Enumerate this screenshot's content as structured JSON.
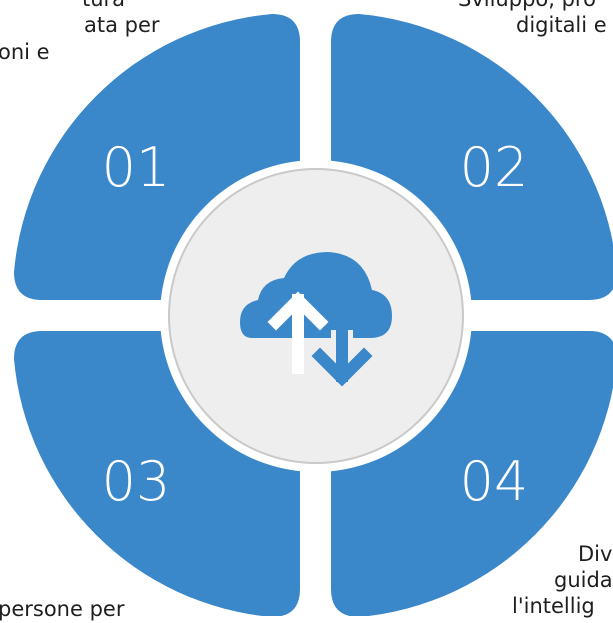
{
  "diagram": {
    "segments": [
      {
        "number": "01",
        "color": "#3a87c9"
      },
      {
        "number": "02",
        "color": "#3a87c9"
      },
      {
        "number": "03",
        "color": "#3a87c9"
      },
      {
        "number": "04",
        "color": "#3a87c9"
      }
    ],
    "number_color": "#ffffff",
    "center": {
      "icon": "cloud-upload-download-icon",
      "fill": "#eeeeee",
      "ring": "#c9c9c9",
      "icon_color": "#3a87c9"
    }
  },
  "text_fragments": {
    "top_left": [
      "tura",
      "ata per",
      "oni e"
    ],
    "top_right": [
      "Sviluppo, pro",
      "digitali e"
    ],
    "bottom_right": [
      "Div",
      "guida",
      "l'intellig"
    ],
    "bottom_left": [
      "persone per"
    ]
  }
}
